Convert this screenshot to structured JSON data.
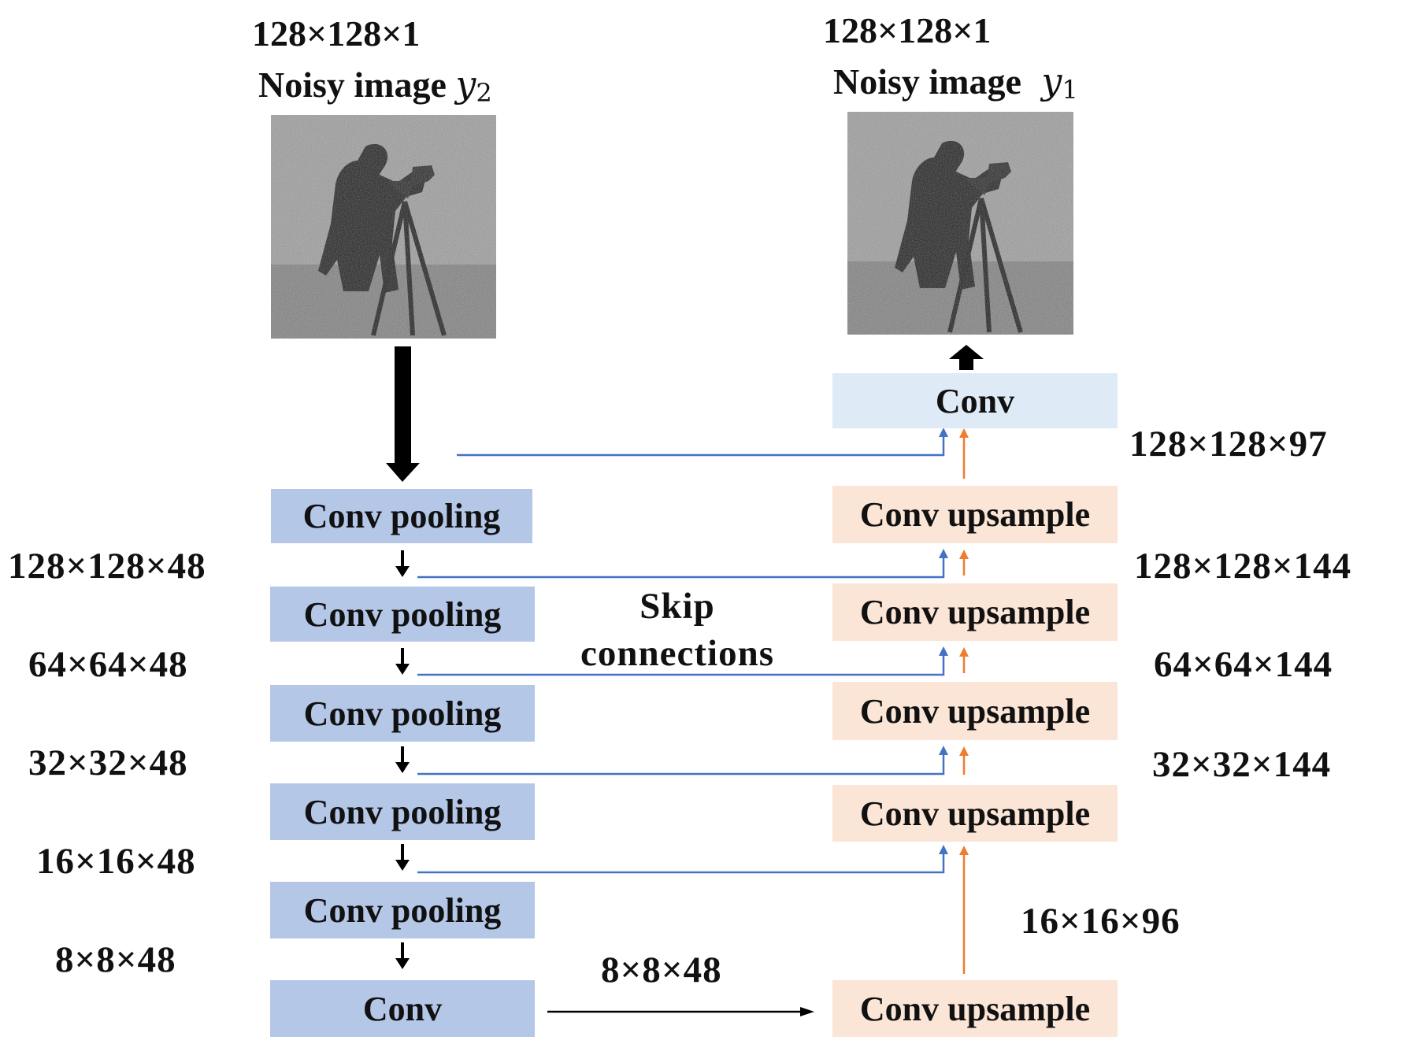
{
  "input": {
    "dims": "128×128×1",
    "label": "Noisy image",
    "var_letter": "y",
    "var_sub": "2"
  },
  "output": {
    "dims": "128×128×1",
    "label": "Noisy image",
    "var_letter": "y",
    "var_sub": "1"
  },
  "encoder": {
    "blocks": [
      "Conv pooling",
      "Conv pooling",
      "Conv pooling",
      "Conv pooling",
      "Conv pooling",
      "Conv"
    ],
    "dims": [
      "128×128×48",
      "64×64×48",
      "32×32×48",
      "16×16×48",
      "8×8×48"
    ]
  },
  "decoder": {
    "blocks": [
      "Conv upsample",
      "Conv upsample",
      "Conv upsample",
      "Conv upsample",
      "Conv upsample"
    ],
    "top_block": "Conv",
    "dims": [
      "128×128×97",
      "128×128×144",
      "64×64×144",
      "32×32×144",
      "16×16×96"
    ]
  },
  "bottleneck_dims": "8×8×48",
  "skip_label_line1": "Skip",
  "skip_label_line2": "connections",
  "colors": {
    "encoder_fill": "#b4c7e7",
    "decoder_fill": "#fbe5d6",
    "final_conv_fill": "#deebf7",
    "skip_line": "#4472c4",
    "upsample_arrow": "#ed7d31",
    "main_arrow": "#000000"
  }
}
